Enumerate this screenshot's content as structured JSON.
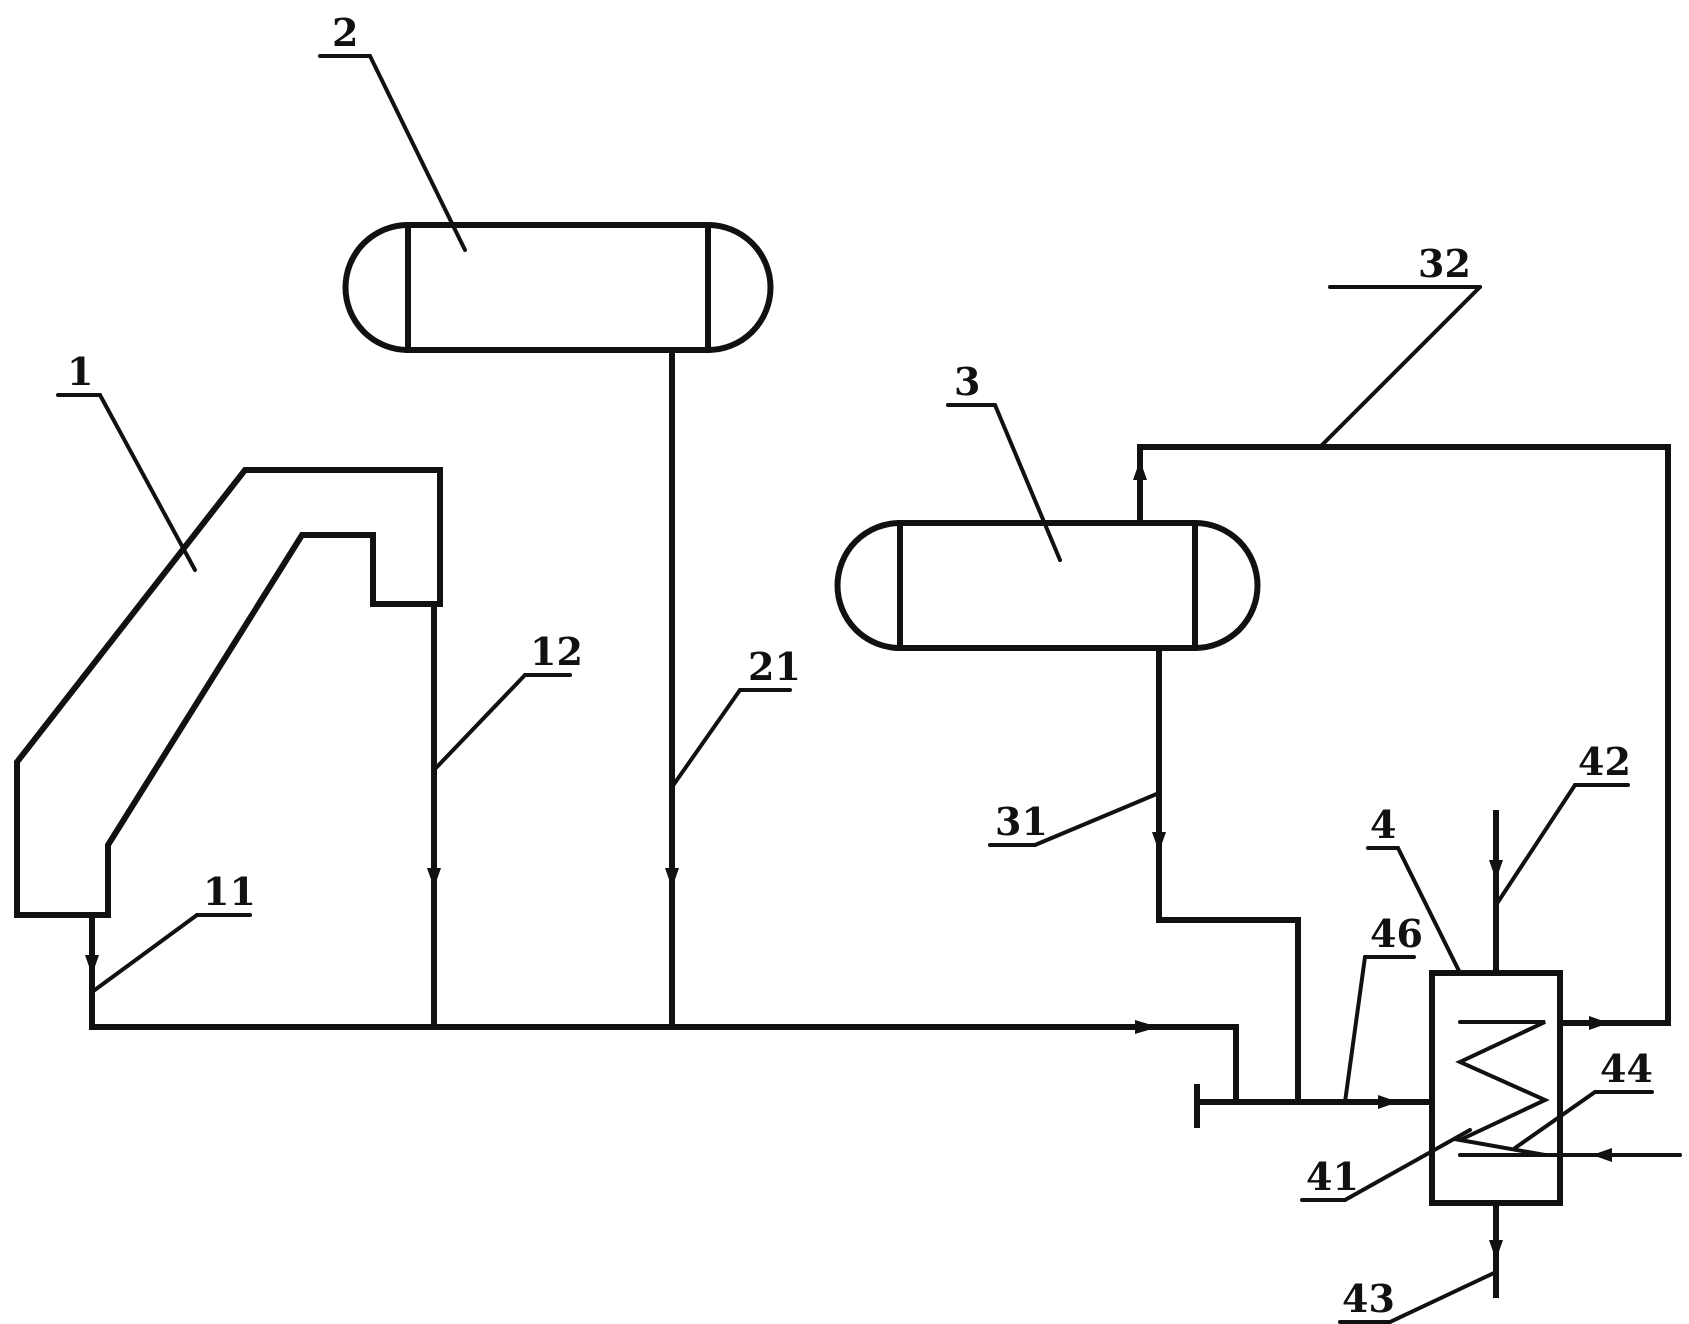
{
  "diagram": {
    "labels": {
      "l1": "1",
      "l2": "2",
      "l3": "3",
      "l4": "4",
      "l11": "11",
      "l12": "12",
      "l21": "21",
      "l31": "31",
      "l32": "32",
      "l41": "41",
      "l42": "42",
      "l43": "43",
      "l44": "44",
      "l46": "46"
    }
  }
}
